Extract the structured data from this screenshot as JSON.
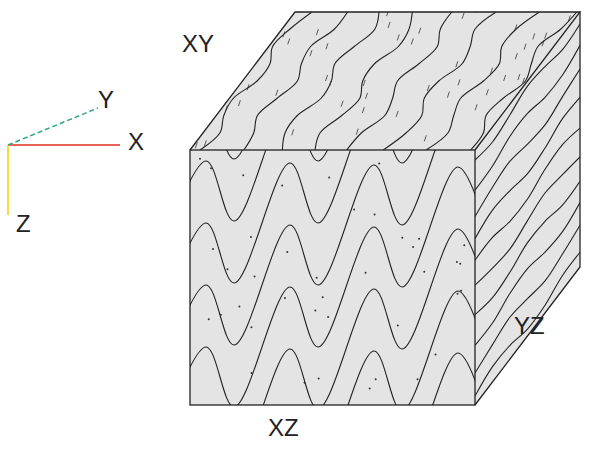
{
  "diagram": {
    "labels": [
      "XY",
      "Y",
      "X",
      "Z",
      "YZ",
      "XZ"
    ]
  }
}
